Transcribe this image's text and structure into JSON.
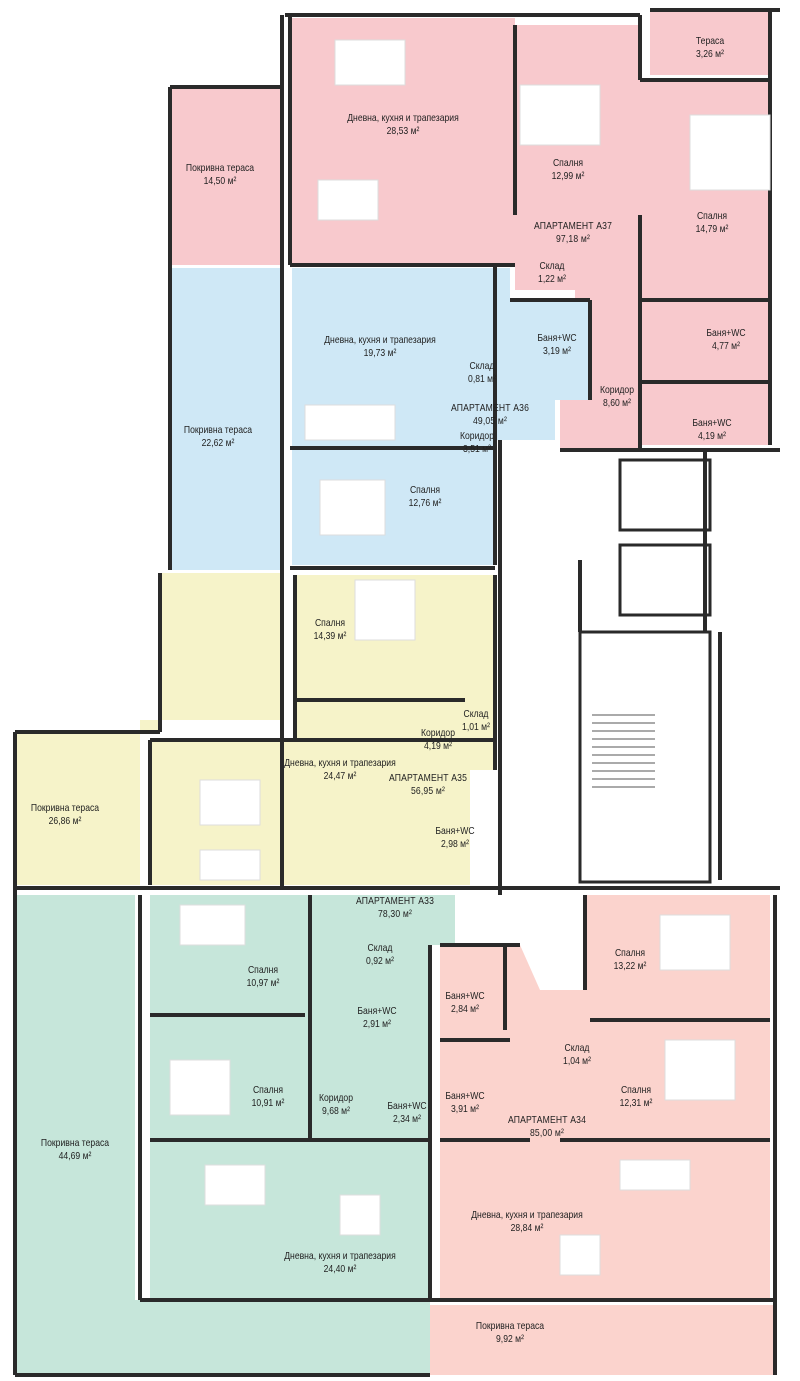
{
  "colors": {
    "a37": "#f8c9cd",
    "a36": "#cfe8f6",
    "a35": "#f6f3c9",
    "a33": "#c6e6da",
    "a34": "#fbd3cd",
    "wall": "#2a2a2a",
    "furniture": "#ffffff"
  },
  "rooms": [
    {
      "name": "Покривна тераса",
      "area": "14,50 м²"
    },
    {
      "name": "Дневна, кухня и трапезария",
      "area": "28,53 м²"
    },
    {
      "name": "Спалня",
      "area": "12,99 м²"
    },
    {
      "name": "Тераса",
      "area": "3,26 м²"
    },
    {
      "name": "Спалня",
      "area": "14,79 м²"
    },
    {
      "name": "АПАРТАМЕНТ А37",
      "area": "97,18 м²"
    },
    {
      "name": "Склад",
      "area": "1,22 м²"
    },
    {
      "name": "Баня+WC",
      "area": "4,77 м²"
    },
    {
      "name": "Коридор",
      "area": "8,60 м²"
    },
    {
      "name": "Баня+WC",
      "area": "4,19 м²"
    },
    {
      "name": "Покривна тераса",
      "area": "22,62 м²"
    },
    {
      "name": "Дневна, кухня и трапезария",
      "area": "19,73 м²"
    },
    {
      "name": "Баня+WC",
      "area": "3,19 м²"
    },
    {
      "name": "Склад",
      "area": "0,81 м²"
    },
    {
      "name": "АПАРТАМЕНТ А36",
      "area": "49,05 м²"
    },
    {
      "name": "Коридор",
      "area": "3,51 м²"
    },
    {
      "name": "Спалня",
      "area": "12,76 м²"
    },
    {
      "name": "Спалня",
      "area": "14,39 м²"
    },
    {
      "name": "Коридор",
      "area": "4,19 м²"
    },
    {
      "name": "Склад",
      "area": "1,01 м²"
    },
    {
      "name": "АПАРТАМЕНТ А35",
      "area": "56,95 м²"
    },
    {
      "name": "Дневна, кухня и трапезария",
      "area": "24,47 м²"
    },
    {
      "name": "Покривна тераса",
      "area": "26,86 м²"
    },
    {
      "name": "Баня+WC",
      "area": "2,98 м²"
    },
    {
      "name": "АПАРТАМЕНТ А33",
      "area": "78,30 м²"
    },
    {
      "name": "Склад",
      "area": "0,92 м²"
    },
    {
      "name": "Спалня",
      "area": "10,97 м²"
    },
    {
      "name": "Баня+WC",
      "area": "2,91 м²"
    },
    {
      "name": "Спалня",
      "area": "10,91 м²"
    },
    {
      "name": "Коридор",
      "area": "9,68 м²"
    },
    {
      "name": "Баня+WC",
      "area": "2,34 м²"
    },
    {
      "name": "Покривна тераса",
      "area": "44,69 м²"
    },
    {
      "name": "Дневна, кухня и трапезария",
      "area": "24,40 м²"
    },
    {
      "name": "Баня+WC",
      "area": "2,84 м²"
    },
    {
      "name": "Склад",
      "area": "1,04 м²"
    },
    {
      "name": "Баня+WC",
      "area": "3,91 м²"
    },
    {
      "name": "АПАРТАМЕНТ А34",
      "area": "85,00 м²"
    },
    {
      "name": "Спалня",
      "area": "13,22 м²"
    },
    {
      "name": "Спалня",
      "area": "12,31 м²"
    },
    {
      "name": "Дневна, кухня и трапезария",
      "area": "28,84 м²"
    },
    {
      "name": "Покривна тераса",
      "area": "9,92 м²"
    }
  ]
}
